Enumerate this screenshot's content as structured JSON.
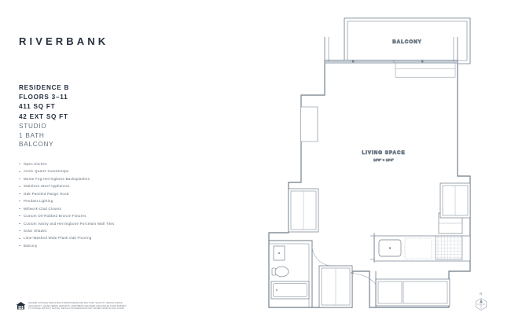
{
  "brand": {
    "name": "RIVERBANK"
  },
  "residence": {
    "name": "RESIDENCE B",
    "floors": "FLOORS 3–11",
    "interior_sqft": "411 SQ FT",
    "exterior_sqft": "42 EXT SQ FT"
  },
  "unit_type": {
    "layout": "STUDIO",
    "baths": "1 BATH",
    "outdoor": "BALCONY"
  },
  "features": [
    "Open Kitchen",
    "Arctic Quartz Countertops",
    "Monte Fog Herringbone Backsplashes",
    "Stainless Steel Appliances",
    "Oak-Paneled Range Hood",
    "Pendant Lighting",
    "Millwork-Clad Closets",
    "Custom Oil-Rubbed Bronze Fixtures",
    "Custom Vanity and Herringbone Porcelain Wall Tiles",
    "Solar Shades",
    "Lime-Washed Wide-Plank Oak Flooring",
    "Balcony"
  ],
  "footer": {
    "logo_icon": "equal-housing-opportunity-icon",
    "legal_line_1": "SQUARE FOOTAGE DISPLAYED IS APPROXIMATE AND MAY VARY SLIGHTLY. RENTAL RATES,",
    "legal_line_2": "AVAILABILITY, LEASE TERMS, DEPOSITS, APARTMENT FEATURES AND SPECIALS ARE SUBJECT",
    "legal_line_3": "TO CHANGE WITHOUT NOTICE. DETAILS ON DIMENSIONS MAY DIFFER FROM ACTUAL PLANS."
  },
  "plan": {
    "balcony_label": "BALCONY",
    "living_label": "LIVING SPACE",
    "living_dims": "10'6\" × 18'4\"",
    "compass_label": "N"
  },
  "colors": {
    "ink": "#25303f",
    "muted": "#64707c",
    "line": "#8c98a4",
    "wall_fill": "#ffffff",
    "hatch": "#b6c0ca",
    "page": "#ffffff"
  }
}
